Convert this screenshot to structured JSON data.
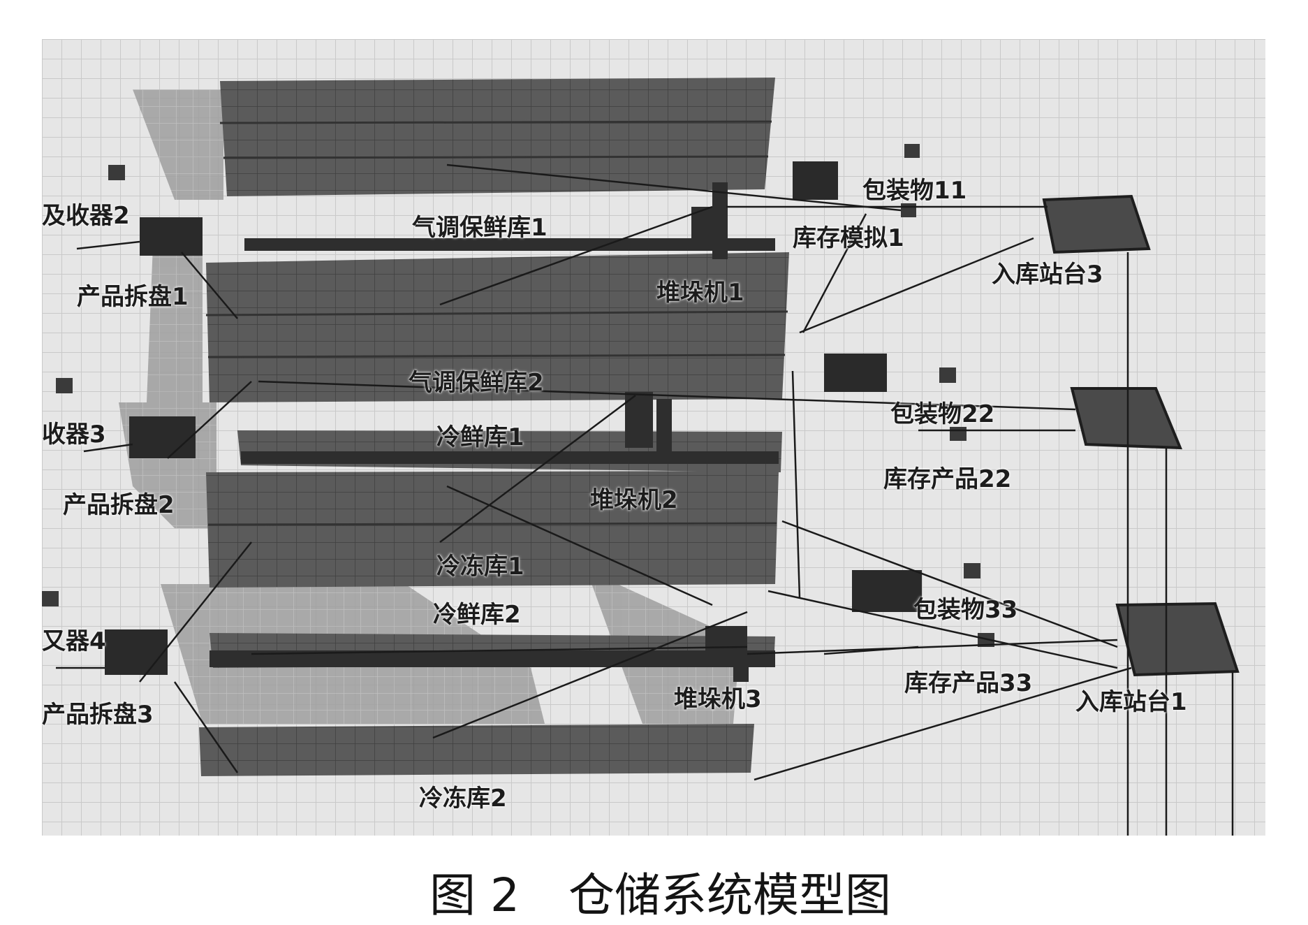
{
  "figure": {
    "caption_prefix": "图 2",
    "caption_title": "仓储系统模型图"
  },
  "storage": [
    {
      "id": "ca1",
      "label": "气调保鲜库1"
    },
    {
      "id": "ca2",
      "label": "气调保鲜库2"
    },
    {
      "id": "fresh1",
      "label": "冷鲜库1"
    },
    {
      "id": "frozen1",
      "label": "冷冻库1"
    },
    {
      "id": "fresh2",
      "label": "冷鲜库2"
    },
    {
      "id": "frozen2",
      "label": "冷冻库2"
    }
  ],
  "stackers": [
    {
      "id": "s1",
      "label": "堆垛机1"
    },
    {
      "id": "s2",
      "label": "堆垛机2"
    },
    {
      "id": "s3",
      "label": "堆垛机3"
    }
  ],
  "absorbers": [
    {
      "id": "a2",
      "label": "及收器2"
    },
    {
      "id": "a3",
      "label": "收器3"
    },
    {
      "id": "a4",
      "label": "又器4"
    }
  ],
  "depalletizers": [
    {
      "id": "d1",
      "label": "产品拆盘1"
    },
    {
      "id": "d2",
      "label": "产品拆盘2"
    },
    {
      "id": "d3",
      "label": "产品拆盘3"
    }
  ],
  "packaging": [
    {
      "id": "p11",
      "label": "包装物11"
    },
    {
      "id": "p22",
      "label": "包装物22"
    },
    {
      "id": "p33",
      "label": "包装物33"
    }
  ],
  "inventory": [
    {
      "id": "i1",
      "label": "库存模拟1"
    },
    {
      "id": "i22",
      "label": "库存产品22"
    },
    {
      "id": "i33",
      "label": "库存产品33"
    }
  ],
  "stations": [
    {
      "id": "st3",
      "label": "入库站台3"
    },
    {
      "id": "st1",
      "label": "入库站台1"
    }
  ]
}
